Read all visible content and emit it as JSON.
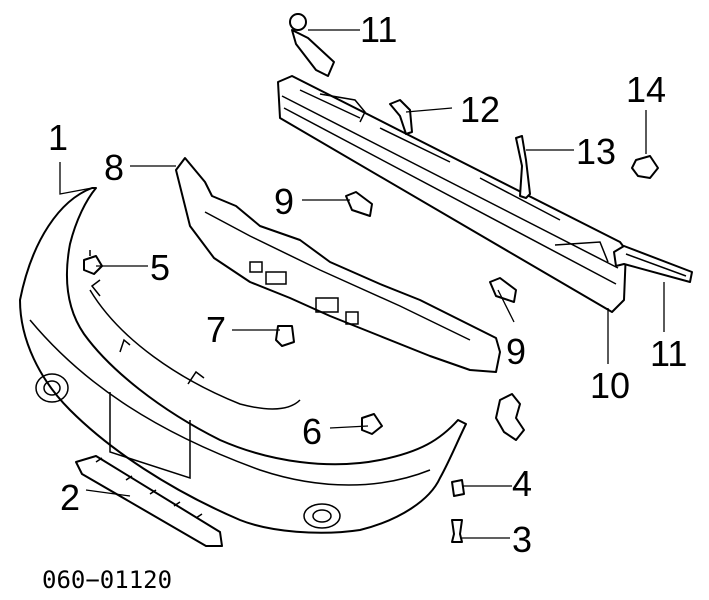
{
  "callouts": {
    "c1": "1",
    "c2": "2",
    "c3": "3",
    "c4": "4",
    "c5": "5",
    "c6": "6",
    "c7": "7",
    "c8": "8",
    "c9a": "9",
    "c9b": "9",
    "c10": "10",
    "c11a": "11",
    "c11b": "11",
    "c12": "12",
    "c13": "13",
    "c14": "14"
  },
  "diagram_code": "060−01120"
}
